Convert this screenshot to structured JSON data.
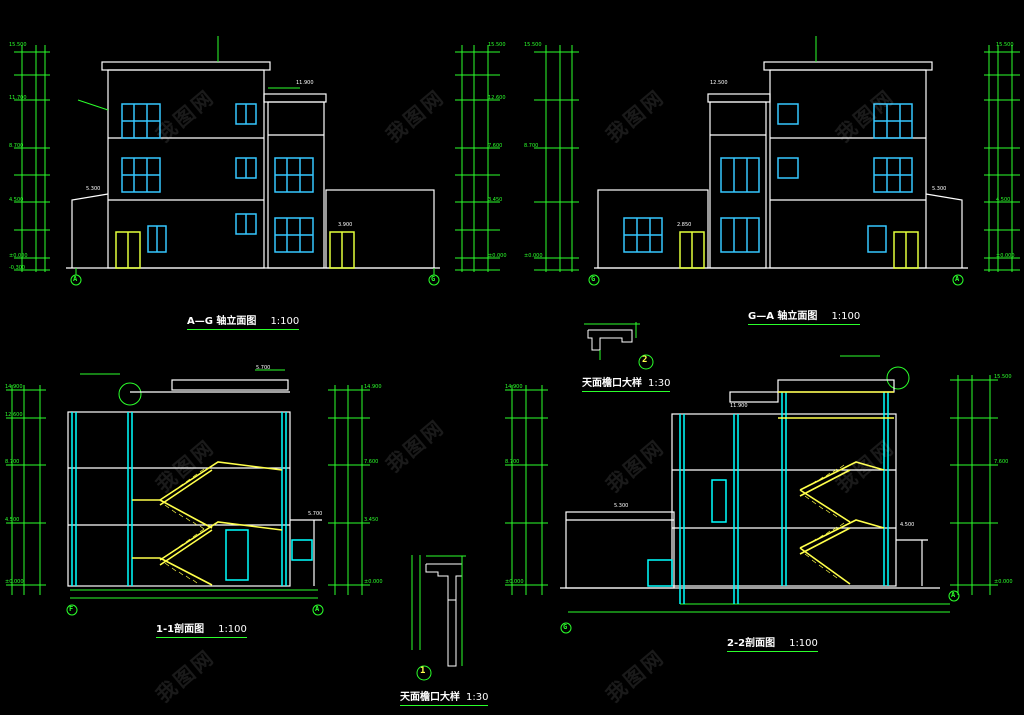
{
  "drawings": {
    "elev_front": {
      "title": "A—G 轴立面图",
      "scale": "1:100",
      "axis_left": "A",
      "axis_right": "G"
    },
    "elev_back": {
      "title": "G—A 轴立面图",
      "scale": "1:100",
      "axis_left": "G",
      "axis_right": "A"
    },
    "section_1": {
      "title": "1-1剖面图",
      "scale": "1:100",
      "axis_left": "F",
      "axis_right": "A"
    },
    "section_2": {
      "title": "2-2剖面图",
      "scale": "1:100",
      "axis_left": "G",
      "axis_right": "A"
    },
    "detail_1": {
      "title": "天面檐口大样",
      "scale": "1:30",
      "number": "1"
    },
    "detail_2": {
      "title": "天面檐口大样",
      "scale": "1:30",
      "number": "2"
    }
  },
  "levels": [
    "15.500",
    "14.900",
    "12.600",
    "11.700",
    "8.700",
    "7.600",
    "4.500",
    "3.450",
    "±0.000",
    "-0.300"
  ],
  "annotations": [
    "11.900",
    "12.500",
    "5.300",
    "3.900",
    "2.850",
    "4.500",
    "5.700"
  ],
  "watermark": "我图网",
  "colors": {
    "background": "#000000",
    "dimension": "#2bff2b",
    "outline": "#ffffff",
    "window": "#35c7ff",
    "stair": "#ffff4a",
    "accent": "#00ffff"
  }
}
